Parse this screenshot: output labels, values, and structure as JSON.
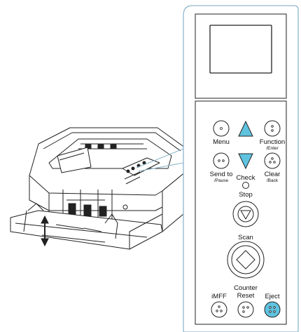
{
  "panel": {
    "buttons": {
      "menu": {
        "label": "Menu"
      },
      "function": {
        "label": "Function",
        "sublabel": "/Enter"
      },
      "send_to": {
        "label": "Send to",
        "sublabel": "/Pause"
      },
      "check": {
        "label": "Check"
      },
      "clear": {
        "label": "Clear",
        "sublabel": "/Back"
      },
      "stop": {
        "label": "Stop"
      },
      "scan": {
        "label": "Scan"
      },
      "imff": {
        "label": "iMFF"
      },
      "counter_reset": {
        "label": "Counter",
        "sublabel": "Reset"
      },
      "eject": {
        "label": "Eject"
      }
    }
  },
  "colors": {
    "panel_border": "#8fb6cc",
    "triangle_fill": "#5fc3e0",
    "eject_fill": "#5fc3e0",
    "line": "#222222"
  }
}
